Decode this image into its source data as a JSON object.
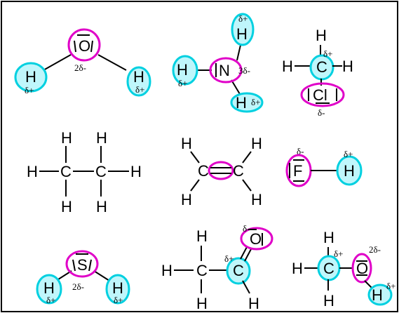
{
  "frame_border_color": "#000000",
  "highlight_colors": {
    "partial_positive": "#00d0e0",
    "partial_negative": "#e000c8"
  },
  "molecules": {
    "water": {
      "center": "O",
      "left": "H",
      "right": "H",
      "center_charge": "2δ-",
      "left_charge": "δ+",
      "right_charge": "δ+"
    },
    "ammonium": {
      "center": "N",
      "top": "H",
      "left": "H",
      "bottom": "H",
      "top_charge": "δ+",
      "center_charge": "3δ-",
      "left_charge": "δ+",
      "bottom_charge": "δ+"
    },
    "chloromethane": {
      "top": "H",
      "left": "H",
      "center": "C",
      "right": "H",
      "bottom": "Cl",
      "center_charge": "δ+",
      "bottom_charge": "δ-"
    },
    "ethane": {
      "h_top_1": "H",
      "h_top_2": "H",
      "h_left": "H",
      "c1": "C",
      "c2": "C",
      "h_right": "H",
      "h_bot_1": "H",
      "h_bot_2": "H"
    },
    "ethylene": {
      "h_tl": "H",
      "h_tr": "H",
      "c1": "C",
      "c2": "C",
      "h_bl": "H",
      "h_br": "H"
    },
    "hydrogen_fluoride": {
      "left": "F",
      "right": "H",
      "left_charge": "δ-",
      "right_charge": "δ+"
    },
    "hydrogen_sulfide": {
      "center": "S",
      "left": "H",
      "right": "H",
      "center_charge": "2δ-",
      "left_charge": "δ+",
      "right_charge": "δ+"
    },
    "acetaldehyde": {
      "h_top": "H",
      "h_left": "H",
      "c1": "C",
      "c2": "C",
      "o": "O",
      "h_bottom": "H",
      "h_right": "H",
      "c2_charge": "δ+",
      "o_charge": "δ-"
    },
    "methanol": {
      "h_top": "H",
      "h_left": "H",
      "c": "C",
      "o": "O",
      "h_bottom": "H",
      "h_oh": "H",
      "c_charge": "δ+",
      "o_charge": "2δ-",
      "h_oh_charge": "δ+"
    }
  }
}
